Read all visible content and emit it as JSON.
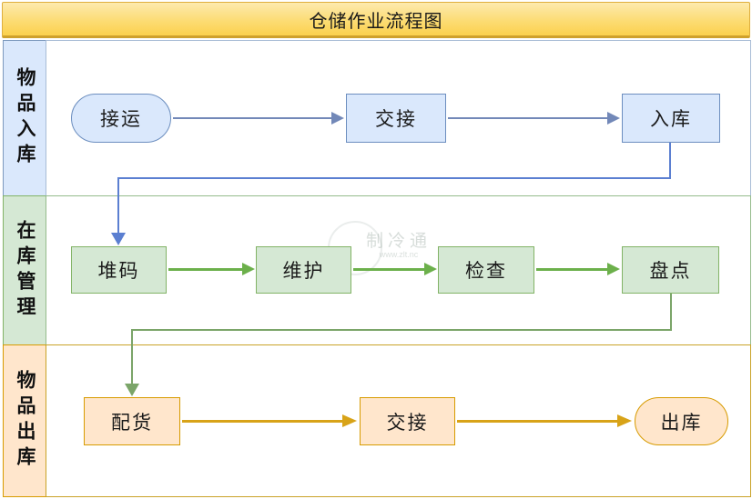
{
  "title": "仓储作业流程图",
  "title_bar": {
    "fill_top": "#fdeaae",
    "fill_bottom": "#fbd14e",
    "border": "#dfae3c"
  },
  "watermark": {
    "brand": "制冷通",
    "url": "www.zlt.nc"
  },
  "lanes": [
    {
      "label": "物品入库",
      "theme": {
        "fill": "#dae8fc",
        "border": "#6c8ebf",
        "arrow": "#7288b8"
      },
      "nodes": [
        {
          "label": "接运",
          "shape": "stadium"
        },
        {
          "label": "交接",
          "shape": "rect"
        },
        {
          "label": "入库",
          "shape": "rect"
        }
      ]
    },
    {
      "label": "在库管理",
      "theme": {
        "fill": "#d5e8d4",
        "border": "#82b366",
        "arrow": "#6cb04b"
      },
      "nodes": [
        {
          "label": "堆码",
          "shape": "rect"
        },
        {
          "label": "维护",
          "shape": "rect"
        },
        {
          "label": "检查",
          "shape": "rect"
        },
        {
          "label": "盘点",
          "shape": "rect"
        }
      ]
    },
    {
      "label": "物品出库",
      "theme": {
        "fill": "#ffe6cc",
        "border": "#d79b00",
        "arrow": "#d8a318"
      },
      "nodes": [
        {
          "label": "配货",
          "shape": "rect"
        },
        {
          "label": "交接",
          "shape": "rect"
        },
        {
          "label": "出库",
          "shape": "stadium"
        }
      ]
    }
  ],
  "connectors": [
    {
      "from": "入库",
      "to": "堆码",
      "color": "#5b7fd1"
    },
    {
      "from": "盘点",
      "to": "配货",
      "color": "#7ba569"
    }
  ]
}
